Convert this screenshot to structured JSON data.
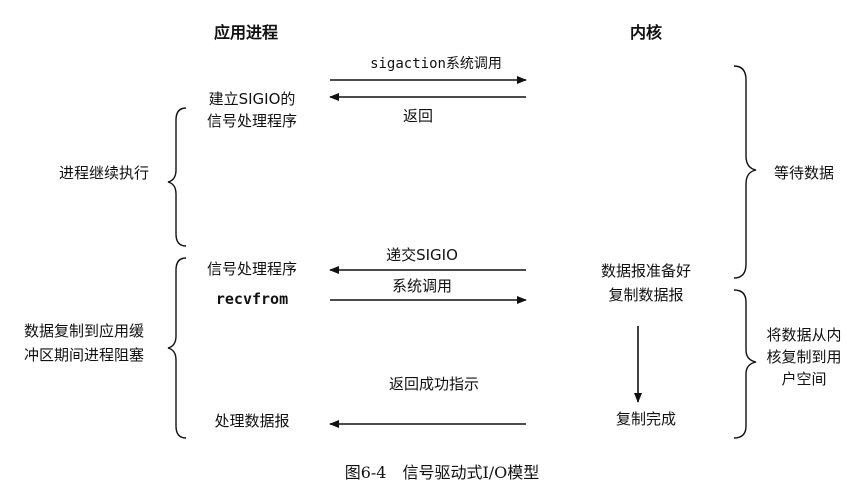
{
  "headers": {
    "app_process": "应用进程",
    "kernel": "内核"
  },
  "messages": {
    "sigaction_call": "sigaction系统调用",
    "return": "返回",
    "deliver_sigio": "递交SIGIO",
    "syscall": "系统调用",
    "return_success": "返回成功指示"
  },
  "app_side": {
    "establish_handler_line1": "建立SIGIO的",
    "establish_handler_line2": "信号处理程序",
    "signal_handler": "信号处理程序",
    "recvfrom": "recvfrom",
    "process_datagram": "处理数据报"
  },
  "kernel_side": {
    "datagram_ready": "数据报准备好",
    "copy_datagram": "复制数据报",
    "copy_complete": "复制完成"
  },
  "left_phases": {
    "process_continues": "进程继续执行",
    "blocked_line1": "数据复制到应用缓",
    "blocked_line2": "冲区期间进程阻塞"
  },
  "right_phases": {
    "wait_for_data": "等待数据",
    "copy_line1": "将数据从内",
    "copy_line2": "核复制到用",
    "copy_line3": "户空间"
  },
  "caption": "图6-4　信号驱动式I/O模型"
}
